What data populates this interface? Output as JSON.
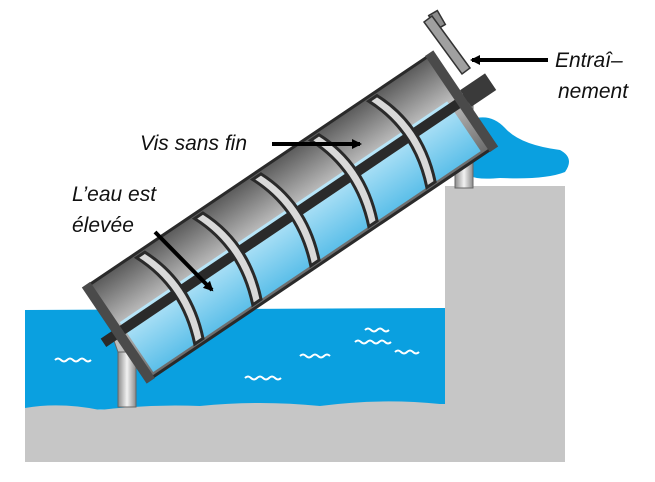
{
  "labels": {
    "screw": "Vis sans fin",
    "water_line1": "L’eau est",
    "water_line2": "élevée",
    "drive_line1": "Entraî–",
    "drive_line2": "nement"
  },
  "colors": {
    "water": "#0aa0e0",
    "water_light": "#9fd9f2",
    "ground": "#c6c6c6",
    "tube": "#808080",
    "arrow": "#000000"
  }
}
